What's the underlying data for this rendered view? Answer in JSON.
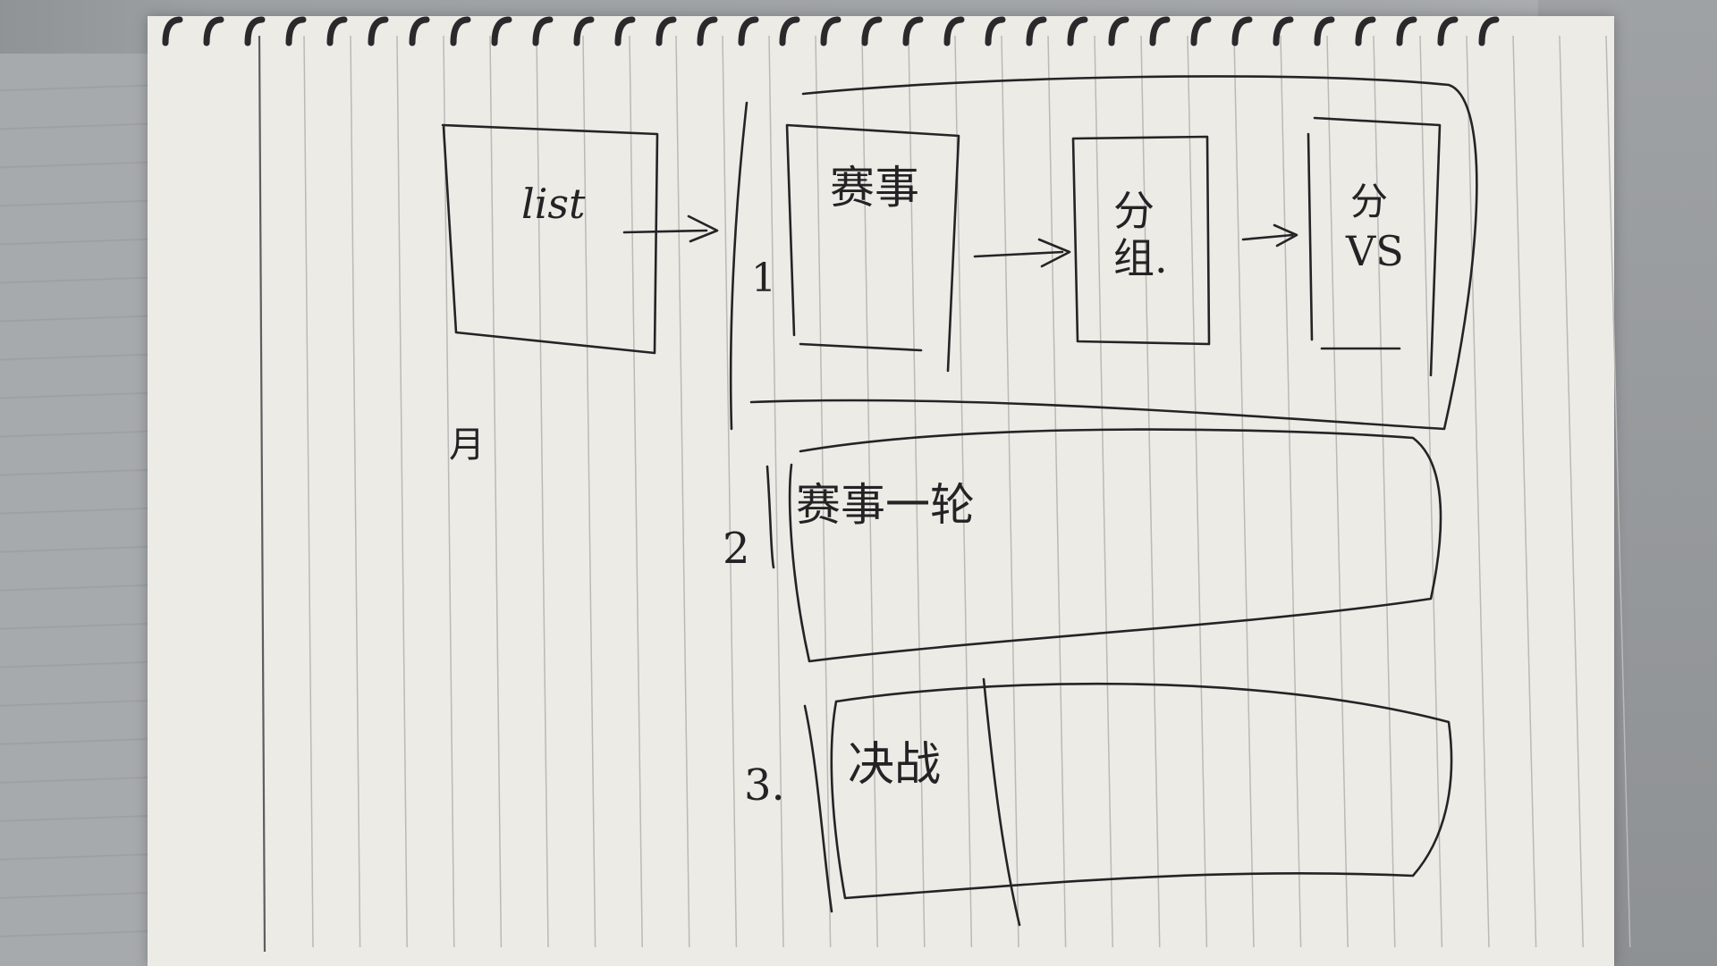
{
  "sketch": {
    "list_box_label": "list",
    "left_mark": "月",
    "row1": {
      "number": "1",
      "step1": "赛事",
      "step2": "分组.",
      "step3_top": "分",
      "step3_bottom": "VS"
    },
    "row2": {
      "number": "2",
      "label": "赛事一轮"
    },
    "row3": {
      "number": "3.",
      "label": "决战"
    }
  }
}
